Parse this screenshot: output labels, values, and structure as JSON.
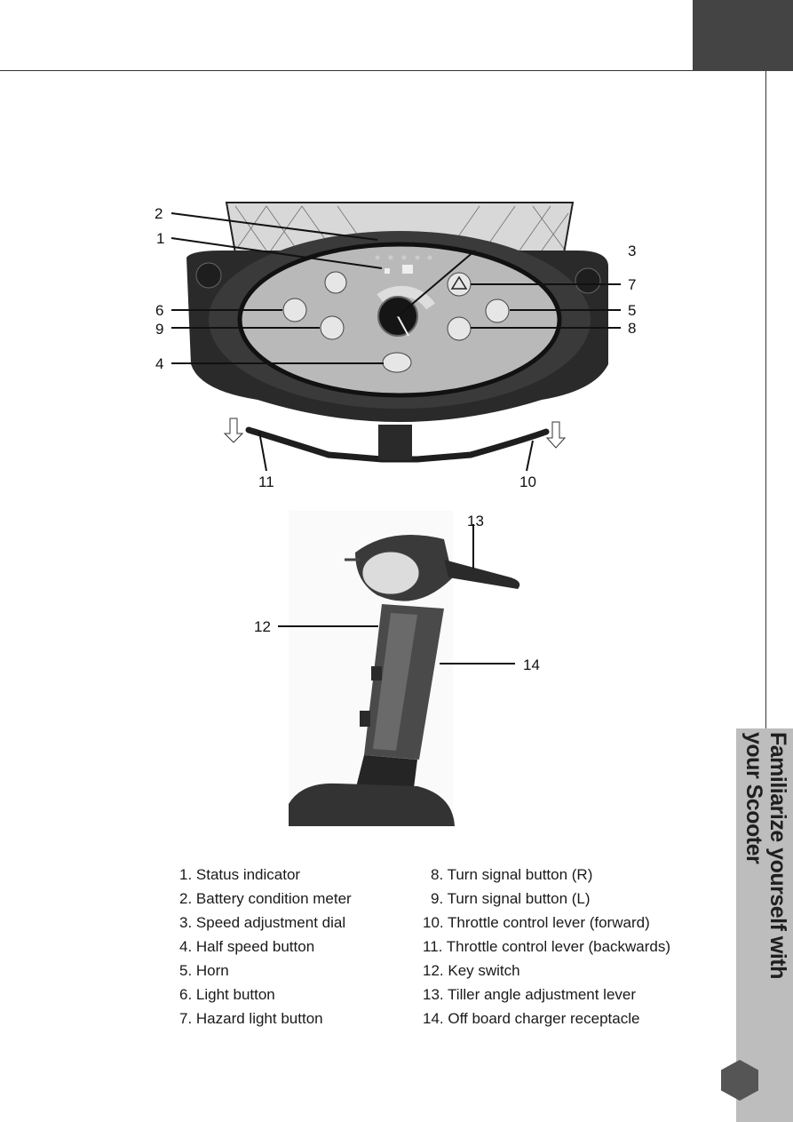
{
  "side_tab": {
    "title_line1": "Familiarize yourself with",
    "title_line2": "your Scooter"
  },
  "callouts": {
    "c1": "1",
    "c2": "2",
    "c3": "3",
    "c4": "4",
    "c5": "5",
    "c6": "6",
    "c7": "7",
    "c8": "8",
    "c9": "9",
    "c10": "10",
    "c11": "11",
    "c12": "12",
    "c13": "13",
    "c14": "14"
  },
  "legend_left": [
    "1. Status indicator",
    "2. Battery condition meter",
    "3. Speed adjustment dial",
    "4. Half speed button",
    "5. Horn",
    "6. Light button",
    "7. Hazard light button"
  ],
  "legend_right": [
    "8. Turn signal button (R)",
    "9. Turn signal button (L)",
    "10. Throttle control lever (forward)",
    "11. Throttle control lever (backwards)",
    "12. Key switch",
    "13. Tiller angle adjustment lever",
    "14. Off board charger receptacle"
  ]
}
